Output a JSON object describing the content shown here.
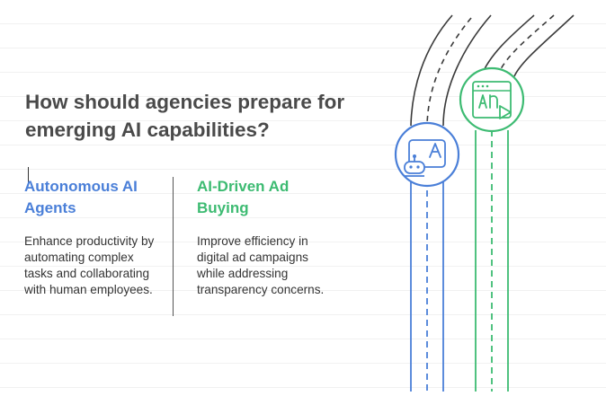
{
  "title": "How should agencies prepare for emerging AI capabilities?",
  "columns": [
    {
      "heading": "Autonomous AI Agents",
      "body": "Enhance productivity by automating complex tasks and collaborating with human employees."
    },
    {
      "heading": "AI-Driven Ad Buying",
      "body": "Improve efficiency in digital ad campaigns while addressing transparency concerns."
    }
  ],
  "colors": {
    "blue": "#4a7fd8",
    "green": "#3dbb72",
    "title": "#4a4a4a"
  },
  "icons": [
    "robot-ai-icon",
    "ad-play-icon"
  ]
}
